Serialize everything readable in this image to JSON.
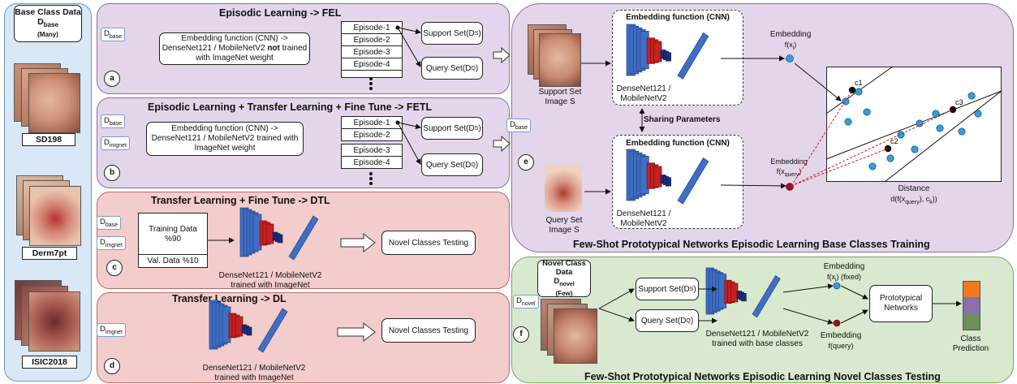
{
  "base_data": {
    "title": "Base Class Data",
    "symbol": "D",
    "symbol_sub": "base",
    "note": "(Many)",
    "datasets": [
      "SD198",
      "Derm7pt",
      "ISIC2018"
    ]
  },
  "panel_a": {
    "title": "Episodic Learning -> FEL",
    "tag": "D",
    "tag_sub": "base",
    "embed_lines": [
      "Embedding function (CNN) ->",
      "DenseNet121 / MobileNetV2 ",
      "not",
      " trained",
      "with ImageNet weight"
    ],
    "episodes": [
      "Episode-1",
      "Episode-2",
      "Episode-3",
      "Episode-4"
    ],
    "support": "Support Set(D",
    "support_sub": "S",
    "query": "Query Set(D",
    "query_sub": "Q",
    "label": "a"
  },
  "panel_b": {
    "title": "Episodic Learning + Transfer Learning + Fine Tune -> FETL",
    "tag1": "D",
    "tag1_sub": "base",
    "tag2": "D",
    "tag2_sub": "imgnet",
    "embed_lines": [
      "Embedding function (CNN) ->",
      "DenseNet121 / MobileNetV2 trained with",
      "ImageNet weight"
    ],
    "episodes": [
      "Episode-1",
      "Episode-2",
      "Episode-3",
      "Episode-4"
    ],
    "support": "Support Set(D",
    "support_sub": "S",
    "query": "Query Set(D",
    "query_sub": "Q",
    "label": "b"
  },
  "panel_c": {
    "title": "Transfer Learning + Fine Tune -> DTL",
    "tag1": "D",
    "tag1_sub": "base",
    "tag2": "D",
    "tag2_sub": "imgnet",
    "train": "Training Data",
    "train_pct": "%90",
    "val": "Val. Data %10",
    "cnn_lines": [
      "DenseNet121 / MobileNetV2",
      "trained with ImageNet"
    ],
    "testing": "Novel Classes Testing",
    "label": "c"
  },
  "panel_d": {
    "title": "Transfer Learning  -> DL",
    "tag": "D",
    "tag_sub": "imgnet",
    "cnn_lines": [
      "DenseNet121 / MobileNetV2",
      "trained with ImageNet"
    ],
    "testing": "Novel Classes Testing",
    "label": "d"
  },
  "panel_e": {
    "footer": "Few-Shot Prototypical Networks Episodic Learning Base Classes Training",
    "tag": "D",
    "tag_sub": "base",
    "label": "e",
    "support_img": [
      "Support Set",
      "Image S"
    ],
    "query_img": [
      "Query Set",
      "Image S"
    ],
    "embed_title": "Embedding function (CNN)",
    "cnn_top": [
      "DenseNet121 /",
      "MobileNetV2"
    ],
    "cnn_bottom": [
      "DenseNet121 /",
      "MobileNetV2"
    ],
    "sharing": "Sharing Parameters",
    "embed_label": "Embedding",
    "embed_fx": "f(x",
    "embed_fx_sub": "i",
    "embed_q_fx": "f(x",
    "embed_q_fx_sub": "query",
    "centroids": [
      "c1",
      "c2",
      "c3"
    ],
    "distance": "Distance",
    "distance_formula": "d(f(x",
    "distance_sub": "query",
    "distance_tail": "), c",
    "distance_k": "k",
    "distance_end": "))"
  },
  "panel_f": {
    "footer": "Few-Shot Prototypical Networks Episodic Learning Novel Classes Testing",
    "novel_title": "Novel Class Data",
    "novel_symbol": "D",
    "novel_sub": "novel",
    "novel_note": "(Few)",
    "tag": "D",
    "tag_sub": "novel",
    "label": "f",
    "support": "Support Set(D",
    "support_sub": "S",
    "query": "Query Set(D",
    "query_sub": "Q",
    "cnn_lines": [
      "DenseNet121 / MobileNetV2",
      "trained with base classes"
    ],
    "embed_top": "Embedding",
    "embed_top_fx": "f(x",
    "embed_top_sub": "i",
    "embed_top_tail": ") (fixed)",
    "embed_bottom": "Embedding",
    "embed_bottom_fx": "f(query)",
    "proto": [
      "Prototypical",
      "Networks"
    ],
    "prediction": [
      "Class",
      "Prediction"
    ]
  },
  "colors": {
    "cnn_blue": "#3f6fc4",
    "cnn_red": "#c62020",
    "cnn_navy": "#1a2f7a",
    "dot_blue": "#2f9fe0",
    "query_dot": "#9b1320",
    "bar_orange": "#f07a1e",
    "bar_purple": "#8a6fa8",
    "bar_green": "#6d8f5e"
  }
}
